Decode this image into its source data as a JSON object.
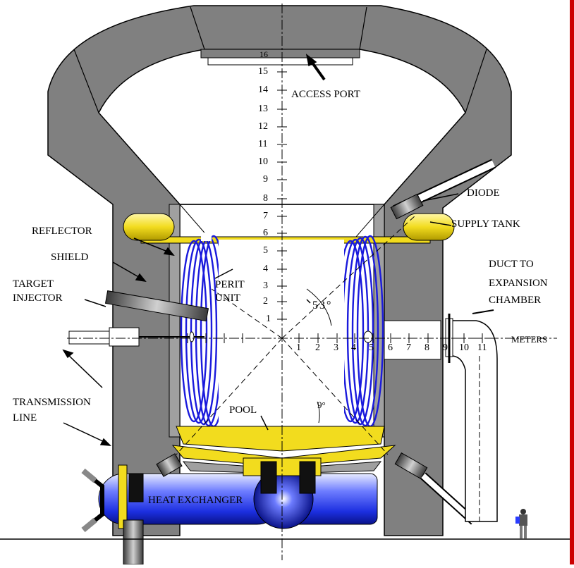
{
  "labels": {
    "access_port": "ACCESS PORT",
    "diode": "DIODE",
    "supply_tank": "SUPPLY TANK",
    "reflector": "REFLECTOR",
    "shield": "SHIELD",
    "target_injector_1": "TARGET",
    "target_injector_2": "INJECTOR",
    "perit_unit_1": "PERIT",
    "perit_unit_2": "UNIT",
    "duct_1": "DUCT TO",
    "duct_2": "EXPANSION",
    "duct_3": "CHAMBER",
    "meters": "METERS",
    "transmission_1": "TRANSMISSION",
    "transmission_2": "LINE",
    "pool": "POOL",
    "heat_exchanger": "HEAT EXCHANGER",
    "angle_53": "53°",
    "angle_9": "9°"
  },
  "vertical_ticks": [
    "1",
    "2",
    "3",
    "4",
    "5",
    "6",
    "7",
    "8",
    "9",
    "10",
    "11",
    "12",
    "13",
    "14",
    "15",
    "16"
  ],
  "horizontal_ticks": [
    "1",
    "2",
    "3",
    "4",
    "5",
    "6",
    "7",
    "8",
    "9",
    "10",
    "11"
  ],
  "colors": {
    "concrete": "#808080",
    "coil": "#1a1adc",
    "yellow": "#f2dc1e",
    "pipe_blue": "#2a3cff",
    "frame_red": "#cc0000"
  }
}
